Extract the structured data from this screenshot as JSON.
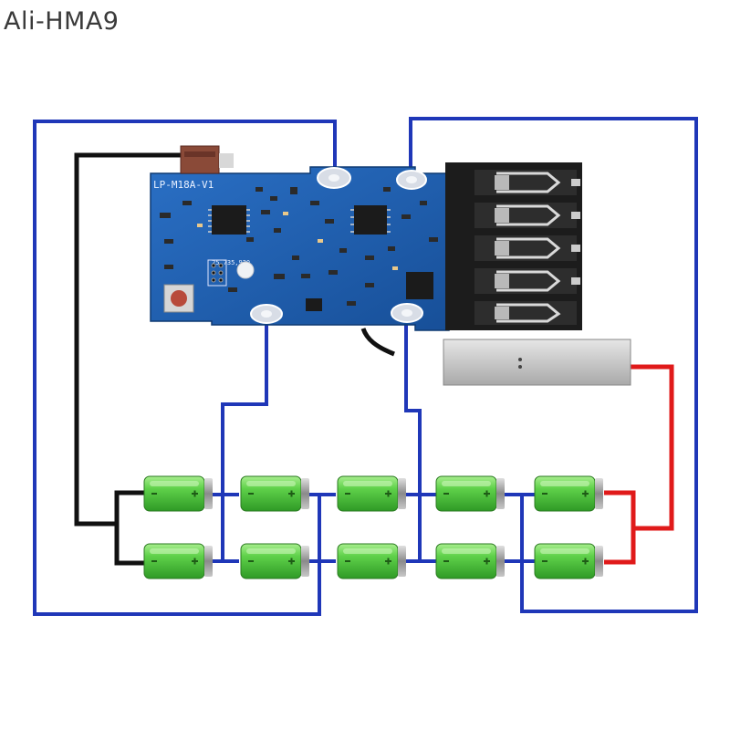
{
  "watermark": "Ali-HMA9",
  "board": {
    "label": "LP-M18A-V1",
    "code": "25,735,920"
  },
  "colors": {
    "blue_wire": "#1f37b8",
    "black_wire": "#111111",
    "red_wire": "#e01a1a",
    "pcb": "#1d5fb0",
    "cell": "#5fd14a",
    "connector": "#1c1c1c"
  },
  "cells": {
    "rows": 2,
    "columns": 5
  }
}
